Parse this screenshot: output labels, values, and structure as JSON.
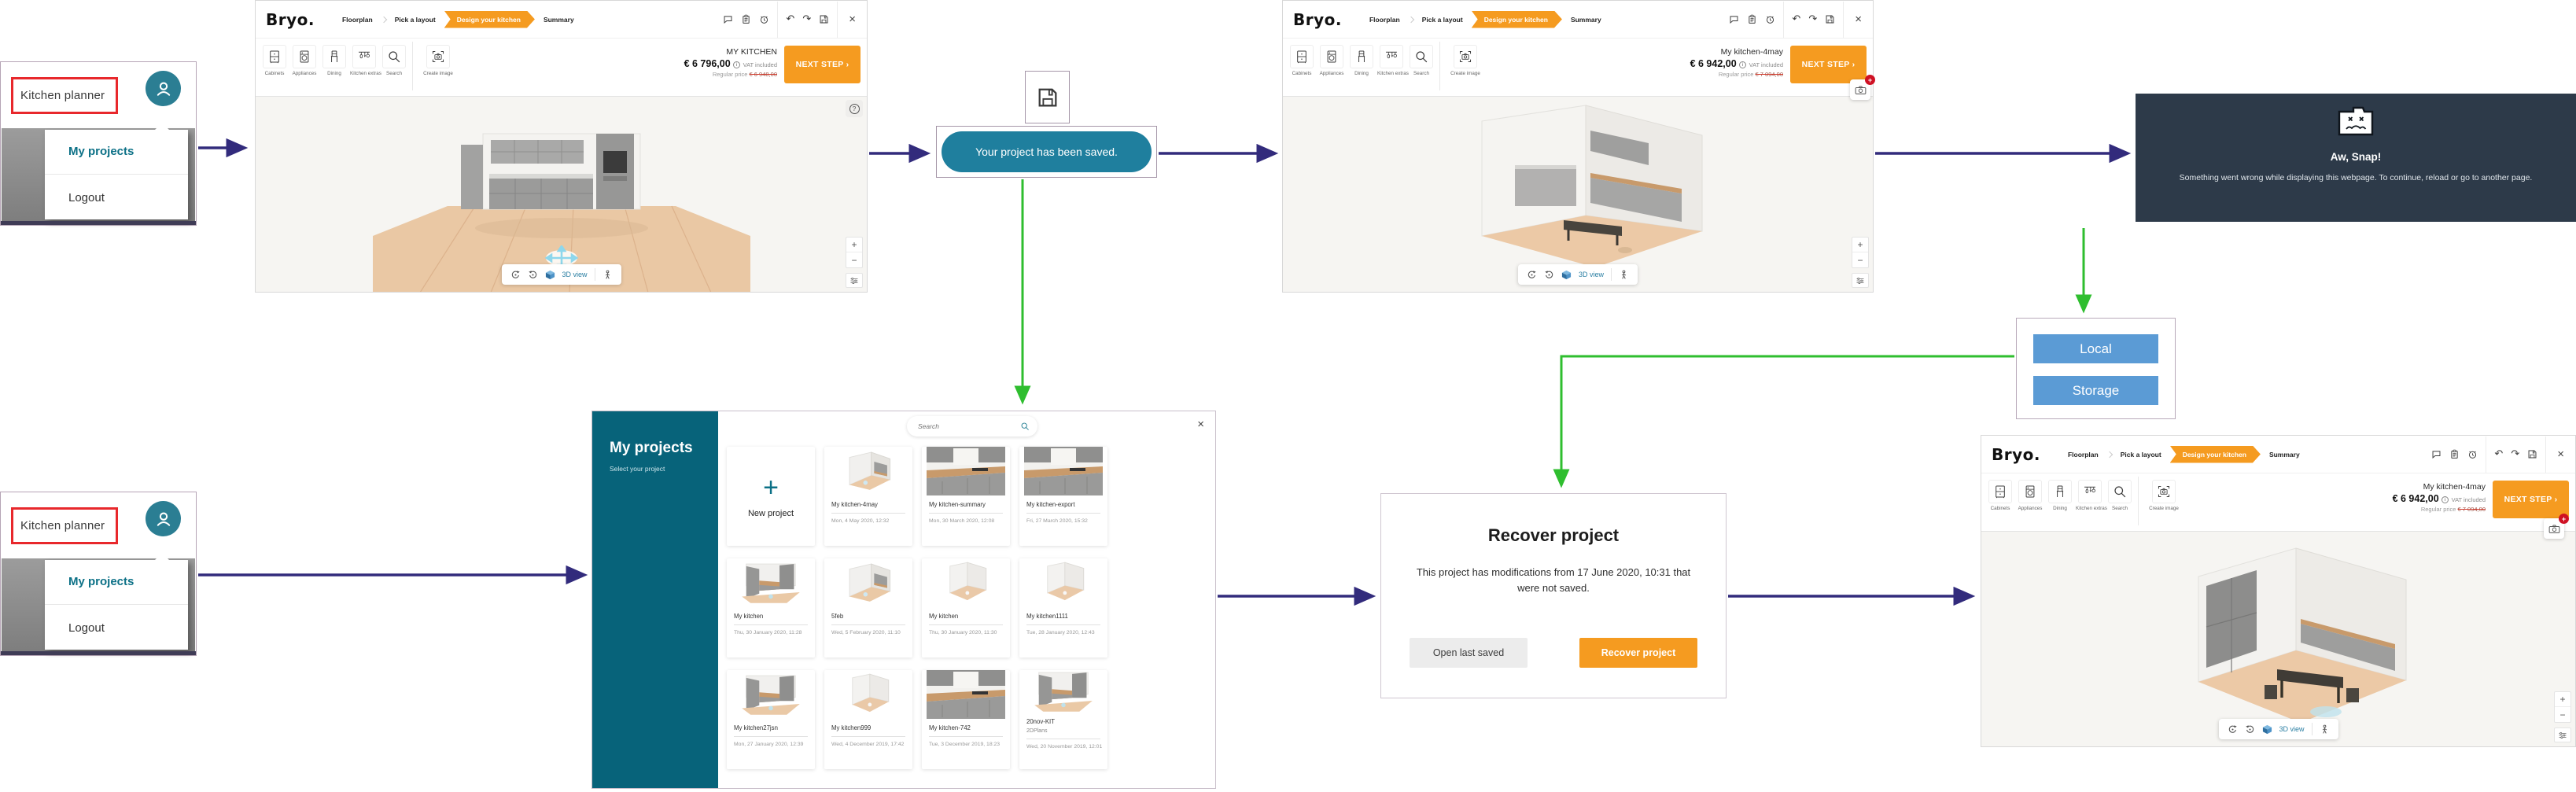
{
  "colors": {
    "accent_orange": "#F59B20",
    "toast_teal": "#1F7F9E",
    "sidebar_teal": "#07637A",
    "avatar_teal": "#2B7E93",
    "arrow_navy": "#322B7C",
    "arrow_green": "#2FBE2F",
    "storage_blue": "#5B9BD5",
    "awsnap_bg": "#2D3A49",
    "alert_red": "#E8282C"
  },
  "user_menu": {
    "trigger_label": "Kitchen planner",
    "items": [
      {
        "label": "My projects"
      },
      {
        "label": "Logout"
      }
    ]
  },
  "app": {
    "logo": "Bryo.",
    "breadcrumbs": [
      {
        "label": "Floorplan"
      },
      {
        "label": "Pick a layout"
      },
      {
        "label": "Design your kitchen"
      },
      {
        "label": "Summary"
      }
    ],
    "tools": [
      {
        "label": "Cabinets"
      },
      {
        "label": "Appliances"
      },
      {
        "label": "Dining"
      },
      {
        "label": "Kitchen extras"
      },
      {
        "label": "Search"
      }
    ],
    "create_image_label": "Create image",
    "next_step_label": "NEXT STEP ›",
    "vat_label": "VAT included",
    "regular_price_label": "Regular price",
    "view_3d_label": "3D view",
    "help_label": "?",
    "zoom_in_label": "+",
    "zoom_out_label": "−",
    "badge_label": "+",
    "close_label": "×"
  },
  "screens": [
    {
      "project_name": "MY KITCHEN",
      "price": "€ 6 796,00",
      "regular_price": "€ 6 948,00"
    },
    {
      "project_name": "My kitchen-4may",
      "price": "€ 6 942,00",
      "regular_price": "€ 7 094,00"
    },
    {
      "project_name": "My kitchen-4may",
      "price": "€ 6 942,00",
      "regular_price": "€ 7 094,00"
    }
  ],
  "saved_toast": {
    "message": "Your project has been saved."
  },
  "aw_snap": {
    "title": "Aw, Snap!",
    "message": "Something went wrong while displaying this webpage. To continue, reload or go to another page."
  },
  "local_storage": {
    "buttons": [
      {
        "label": "Local"
      },
      {
        "label": "Storage"
      }
    ]
  },
  "my_projects": {
    "title": "My projects",
    "subtitle": "Select your project",
    "search_placeholder": "Search",
    "close_label": "×",
    "new_project_label": "New project",
    "projects": [
      {
        "name": "My kitchen-4may",
        "date": "Mon, 4 May 2020, 12:32"
      },
      {
        "name": "My kitchen-summary",
        "date": "Mon, 30 March 2020, 12:08"
      },
      {
        "name": "My kitchen-export",
        "date": "Fri, 27 March 2020, 15:32"
      },
      {
        "name": "My kitchen",
        "date": "Thu, 30 January 2020, 11:28"
      },
      {
        "name": "5feb",
        "date": "Wed, 5 February 2020, 11:10"
      },
      {
        "name": "My kitchen",
        "date": "Thu, 30 January 2020, 11:30"
      },
      {
        "name": "My kitchen1111",
        "date": "Tue, 28 January 2020, 12:43"
      },
      {
        "name": "My kitchen27jsn",
        "date": "Mon, 27 January 2020, 12:39"
      },
      {
        "name": "My kitchen999",
        "date": "Wed, 4 December 2019, 17:42"
      },
      {
        "name": "My kitchen-742",
        "date": "Tue, 3 December 2019, 18:23"
      },
      {
        "name": "20nov-KIT",
        "tag": "2DPlans",
        "date": "Wed, 20 November 2019, 12:01"
      }
    ]
  },
  "recover_dialog": {
    "title": "Recover project",
    "message": "This project has modifications from 17 June 2020, 10:31 that were not saved.",
    "open_last_saved_label": "Open last saved",
    "recover_label": "Recover project"
  }
}
